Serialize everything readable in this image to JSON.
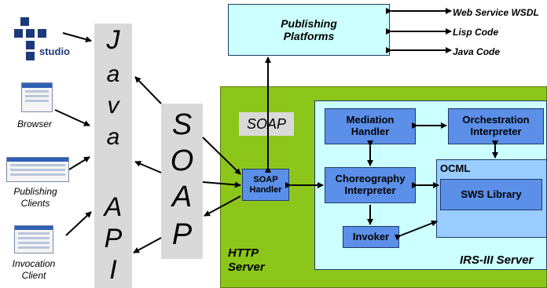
{
  "publishing_platforms": {
    "line1": "Publishing",
    "line2": "Platforms"
  },
  "outputs": [
    "Web Service WSDL",
    "Lisp Code",
    "Java Code"
  ],
  "java_api_letters": [
    "J",
    "a",
    "v",
    "a",
    "A",
    "P",
    "I"
  ],
  "soap_big_letters": [
    "S",
    "O",
    "A",
    "P"
  ],
  "soap_small": "SOAP",
  "soap_handler": {
    "line1": "SOAP",
    "line2": "Handler"
  },
  "http_server": {
    "line1": "HTTP",
    "line2": "Server"
  },
  "irs_server": "IRS-III Server",
  "mediation_handler": {
    "line1": "Mediation",
    "line2": "Handler"
  },
  "orchestration_interpreter": {
    "line1": "Orchestration",
    "line2": "Interpreter"
  },
  "choreography_interpreter": {
    "line1": "Choreography",
    "line2": "Interpreter"
  },
  "ocml": "OCML",
  "sws_library": "SWS Library",
  "invoker": "Invoker",
  "clients": {
    "studio": "studio",
    "browser": "Browser",
    "publishing_clients": {
      "line1": "Publishing",
      "line2": "Clients"
    },
    "invocation_client": {
      "line1": "Invocation",
      "line2": "Client"
    }
  },
  "colors": {
    "http_server_bg": "#8cc61a",
    "irs_bg": "#ccffff",
    "component_blue": "#5b8fe8",
    "ocml_bg": "#99ccff",
    "api_bg": "#d9d9d9"
  }
}
